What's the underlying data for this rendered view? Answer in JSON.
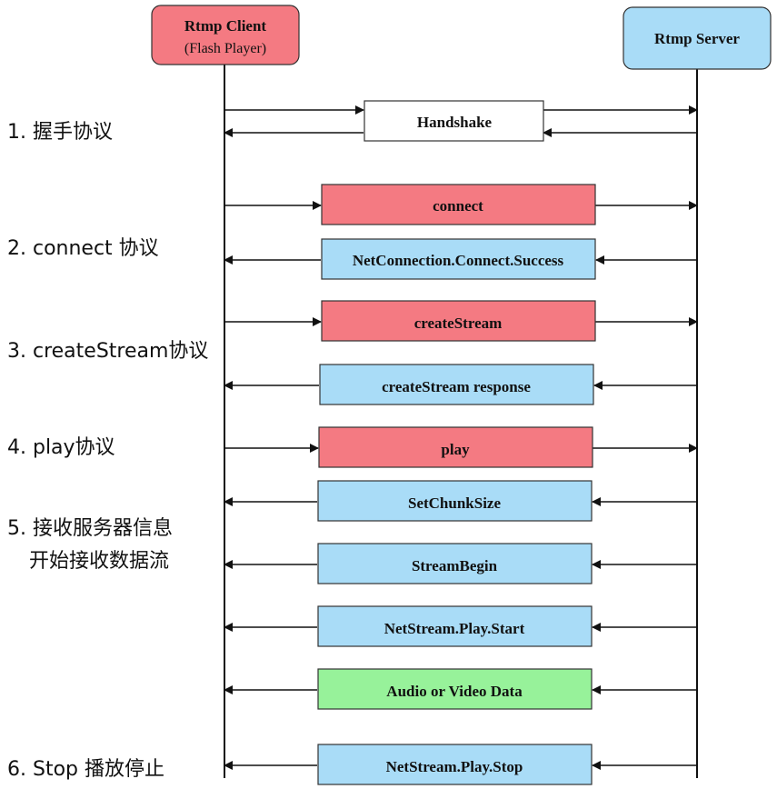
{
  "colors": {
    "client_box": "#f47a82",
    "server_box": "#a9dcf7",
    "request": "#f47a82",
    "response": "#a9dcf7",
    "data": "#97f29a",
    "handshake": "#ffffff",
    "line": "#111111"
  },
  "participants": {
    "client": {
      "title": "Rtmp Client",
      "subtitle": "(Flash Player)"
    },
    "server": {
      "title": "Rtmp Server"
    }
  },
  "steps": [
    {
      "label": "1. 握手协议"
    },
    {
      "label": "2. connect 协议"
    },
    {
      "label": "3. createStream协议"
    },
    {
      "label": "4. play协议"
    },
    {
      "label": "5. 接收服务器信息"
    },
    {
      "label": "开始接收数据流"
    },
    {
      "label": "6. Stop 播放停止"
    }
  ],
  "messages": [
    {
      "label": "Handshake",
      "kind": "handshake",
      "direction": "both"
    },
    {
      "label": "connect",
      "kind": "request",
      "direction": "to-server"
    },
    {
      "label": "NetConnection.Connect.Success",
      "kind": "response",
      "direction": "to-client"
    },
    {
      "label": "createStream",
      "kind": "request",
      "direction": "to-server"
    },
    {
      "label": "createStream response",
      "kind": "response",
      "direction": "to-client"
    },
    {
      "label": "play",
      "kind": "request",
      "direction": "to-server"
    },
    {
      "label": "SetChunkSize",
      "kind": "response",
      "direction": "to-client"
    },
    {
      "label": "StreamBegin",
      "kind": "response",
      "direction": "to-client"
    },
    {
      "label": "NetStream.Play.Start",
      "kind": "response",
      "direction": "to-client"
    },
    {
      "label": "Audio or Video Data",
      "kind": "data",
      "direction": "to-client"
    },
    {
      "label": "NetStream.Play.Stop",
      "kind": "response",
      "direction": "to-client"
    }
  ]
}
